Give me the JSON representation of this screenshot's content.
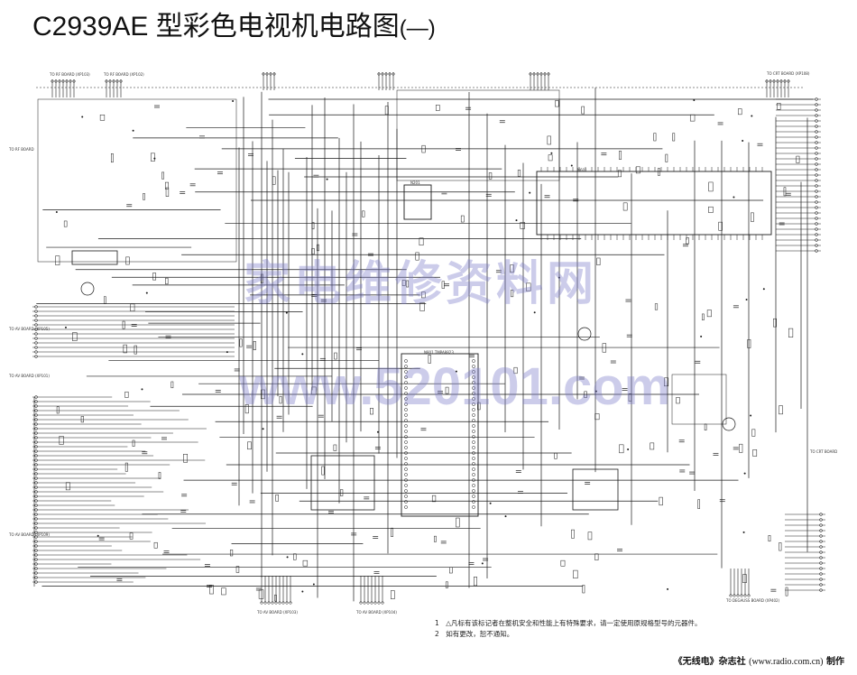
{
  "title": {
    "main": "C2939AE 型彩色电视机电路图",
    "suffix": "(—)"
  },
  "watermark": {
    "line1": "家电维修资料网",
    "line2": "www.520101.com"
  },
  "notes": [
    "1　△凡标有该标记者在整机安全和性能上有特殊要求，请一定使用原规格型号的元器件。",
    "2　如有更改，恕不通知。"
  ],
  "credit": {
    "publisher": "《无线电》杂志社",
    "url": "(www.radio.com.cn)",
    "suffix": "制作"
  },
  "connectors": {
    "top_left_1": "TO RF BOARD (XP103)",
    "top_left_2": "TO RF BOARD (XP102)",
    "top_right": "TO CRT BOARD (XP108)",
    "left_rf": "TO RF BOARD",
    "left_av1": "TO AV BOARD (XP105)",
    "left_av2": "TO AV BOARD (XP101)",
    "left_av3": "TO AV BOARD (XP109)",
    "bottom_1": "TO AV BOARD (XP103)",
    "bottom_2": "TO AV BOARD (XP104)",
    "right_crt": "TO CRT BOARD",
    "right_bottom": "TO DEGAUSS BOARD (XP402)"
  },
  "ics": {
    "main_ic": "N801 TMPA8823",
    "ic_top_center": "N201",
    "ic_top_right": "N601"
  },
  "colors": {
    "ink": "#1a1a1a",
    "watermark": "#7878c8"
  }
}
